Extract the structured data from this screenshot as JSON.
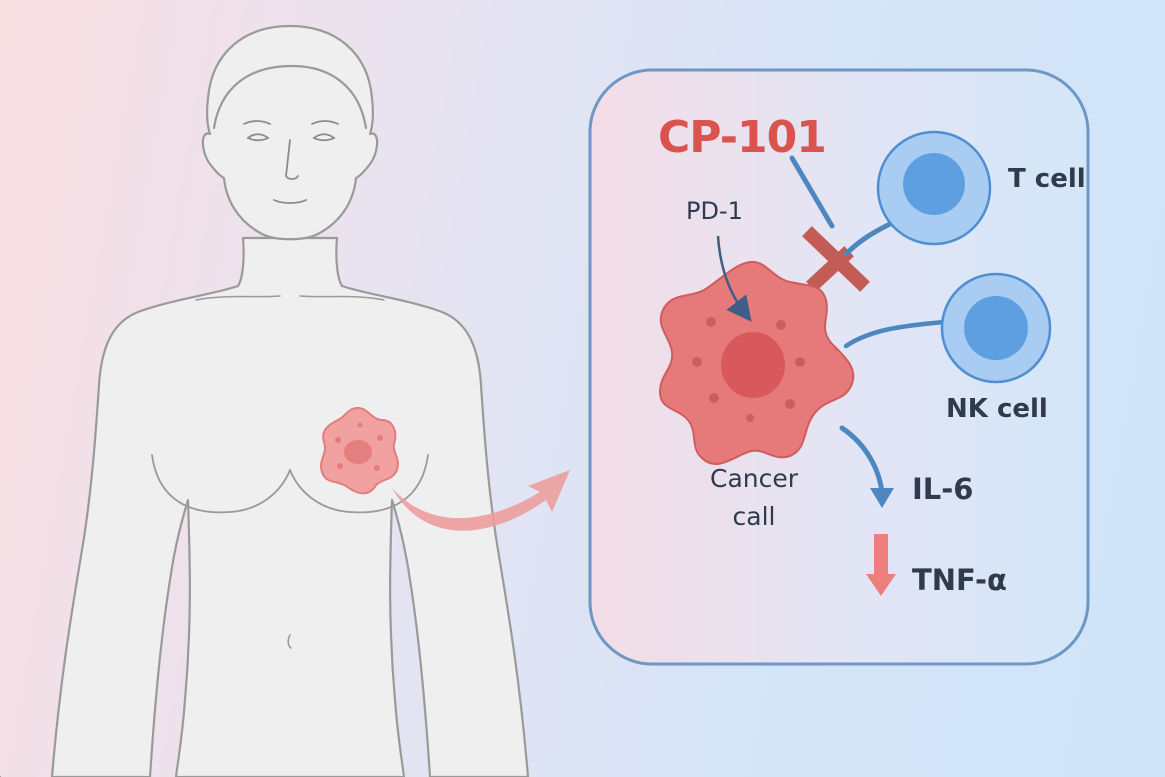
{
  "diagram": {
    "drug_label": "CP-101",
    "receptor_label": "PD-1",
    "t_cell_label": "T cell",
    "nk_cell_label": "NK cell",
    "cancer_cell_label_line1": "Cancer",
    "cancer_cell_label_line2": "call",
    "cytokine_up_label": "IL-6",
    "cytokine_down_label": "TNF-α",
    "colors": {
      "cancer_cell": "#e6797a",
      "cancer_nucleus": "#d9585b",
      "immune_cell": "#a9ccf2",
      "immune_nucleus": "#5d9fe0",
      "inhibitor": "#c45c56",
      "panel_border": "#6e97c6",
      "arrow_blue": "#4d87c0",
      "arrow_red": "#ec7f7c",
      "drug_text": "#d9534f"
    },
    "icons": [
      "human-body-outline-icon",
      "tumor-icon",
      "zoom-arrow-icon",
      "inhibition-t-bar-icon"
    ]
  }
}
